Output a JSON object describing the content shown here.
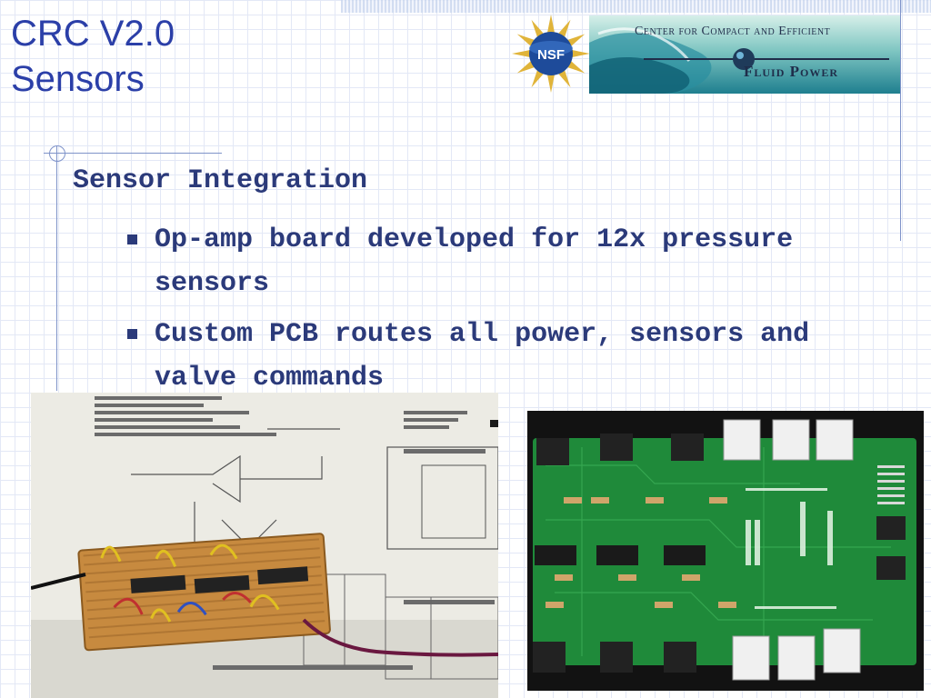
{
  "slide": {
    "title_line1": "CRC V2.0",
    "title_line2": "Sensors",
    "heading": "Sensor Integration",
    "bullets": [
      "Op-amp board developed for 12x pressure sensors",
      "Custom PCB routes all power, sensors and valve commands"
    ]
  },
  "logos": {
    "nsf_text": "NSF",
    "banner_line1": "Center for Compact and Efficient",
    "banner_line2": "Fluid Power"
  },
  "colors": {
    "title": "#2b3fa8",
    "body_text": "#2b3a7a",
    "grid": "#e3e8f6",
    "pcb_green": "#1f8a3a"
  },
  "images": {
    "left_photo": "op-amp-protoboard-on-datasheet",
    "right_photo": "green-custom-pcb"
  }
}
